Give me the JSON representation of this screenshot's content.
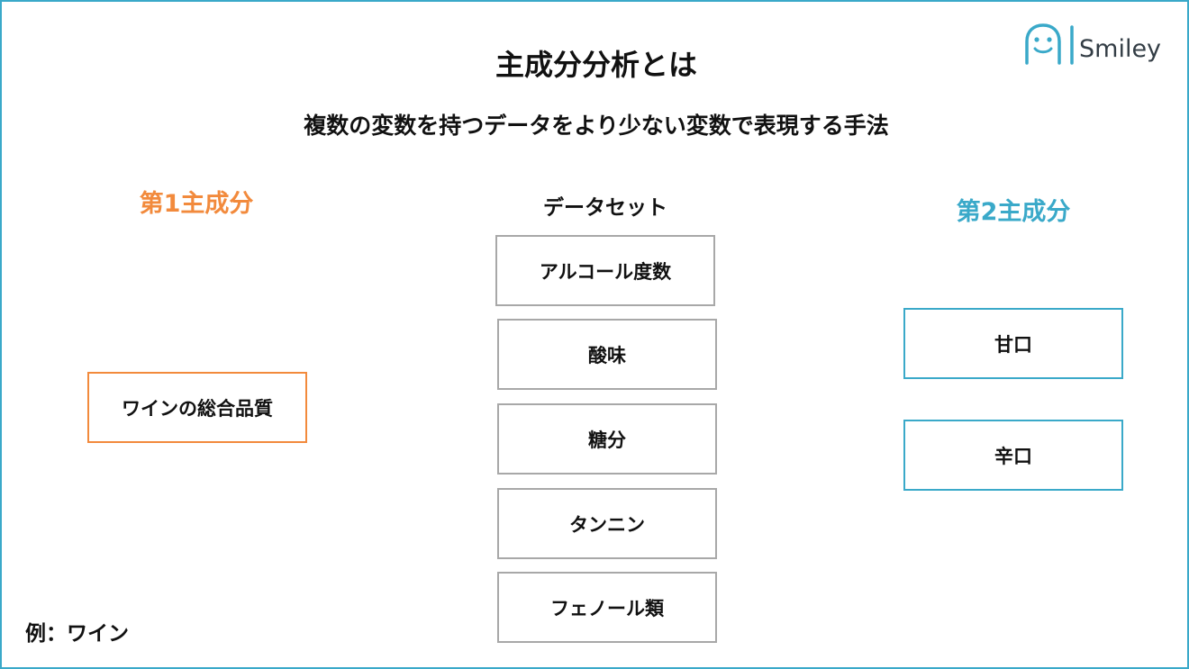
{
  "logo": {
    "text": "Smiley",
    "mark": "AI",
    "color": "#3aa9c9"
  },
  "title": "主成分分析とは",
  "subtitle": "複数の変数を持つデータをより少ない変数で表現する手法",
  "pc1": {
    "heading": "第1主成分",
    "color": "#f28a3c",
    "items": [
      "ワインの総合品質"
    ]
  },
  "dataset": {
    "heading": "データセット",
    "items": [
      "アルコール度数",
      "酸味",
      "糖分",
      "タンニン",
      "フェノール類"
    ]
  },
  "pc2": {
    "heading": "第2主成分",
    "color": "#3aa9c9",
    "items": [
      "甘口",
      "辛口"
    ]
  },
  "example": "例：ワイン"
}
